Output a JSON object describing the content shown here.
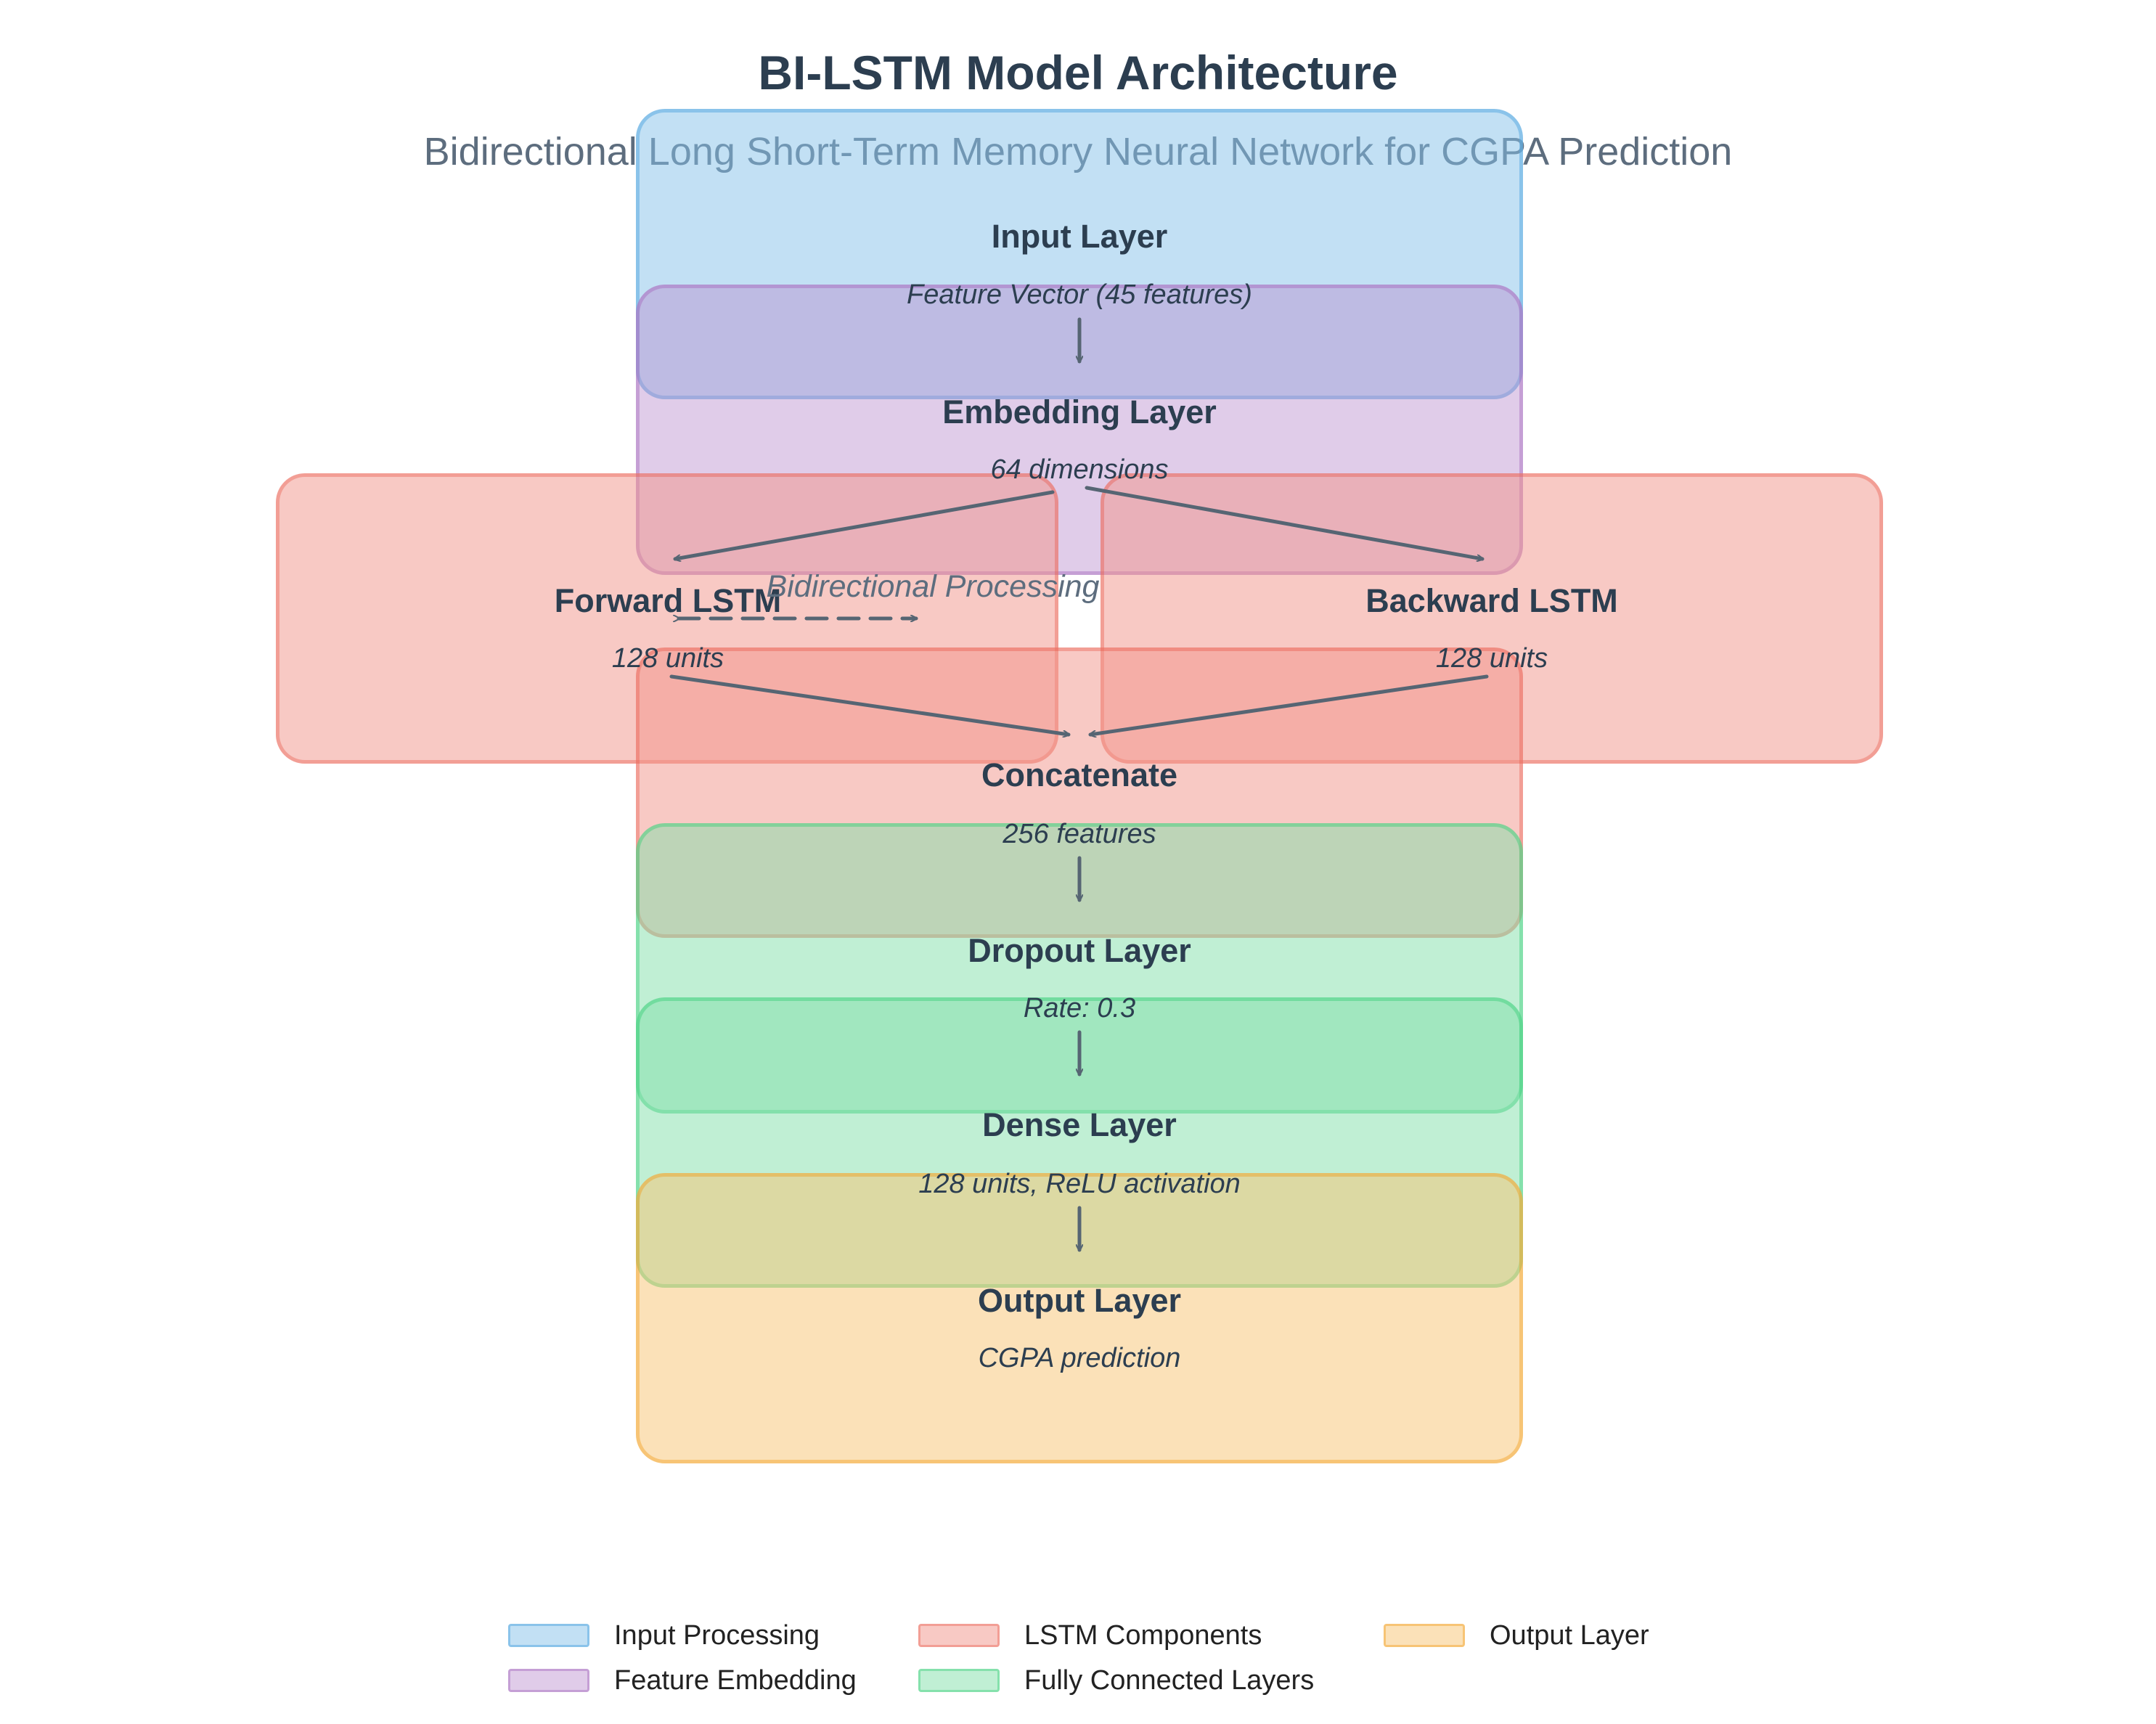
{
  "title": "BI-LSTM Model Architecture",
  "subtitle": "Bidirectional Long Short-Term Memory Neural Network for CGPA Prediction",
  "layers": {
    "input": {
      "name": "Input Layer",
      "desc": "Feature Vector (45 features)",
      "color": "#85c1e9"
    },
    "embedding": {
      "name": "Embedding Layer",
      "desc": "64 dimensions",
      "color": "#bb8fce"
    },
    "forward_lstm": {
      "name": "Forward LSTM",
      "desc": "128 units",
      "color": "#f1948a"
    },
    "backward_lstm": {
      "name": "Backward LSTM",
      "desc": "128 units",
      "color": "#f1948a"
    },
    "concatenate": {
      "name": "Concatenate",
      "desc": "256 features",
      "color": "#f1948a"
    },
    "dropout": {
      "name": "Dropout Layer",
      "desc": "Rate: 0.3",
      "color": "#82e0aa"
    },
    "dense": {
      "name": "Dense Layer",
      "desc": "128 units, ReLU activation",
      "color": "#82e0aa"
    },
    "output": {
      "name": "Output Layer",
      "desc": "CGPA prediction",
      "color": "#f8c471"
    }
  },
  "bidirectional_label": "Bidirectional Processing",
  "legend": [
    {
      "label": "Input Processing",
      "color": "#85c1e9"
    },
    {
      "label": "Feature Embedding",
      "color": "#bb8fce"
    },
    {
      "label": "LSTM Components",
      "color": "#f1948a"
    },
    {
      "label": "Fully Connected Layers",
      "color": "#82e0aa"
    },
    {
      "label": "Output Layer",
      "color": "#f8c471"
    }
  ]
}
